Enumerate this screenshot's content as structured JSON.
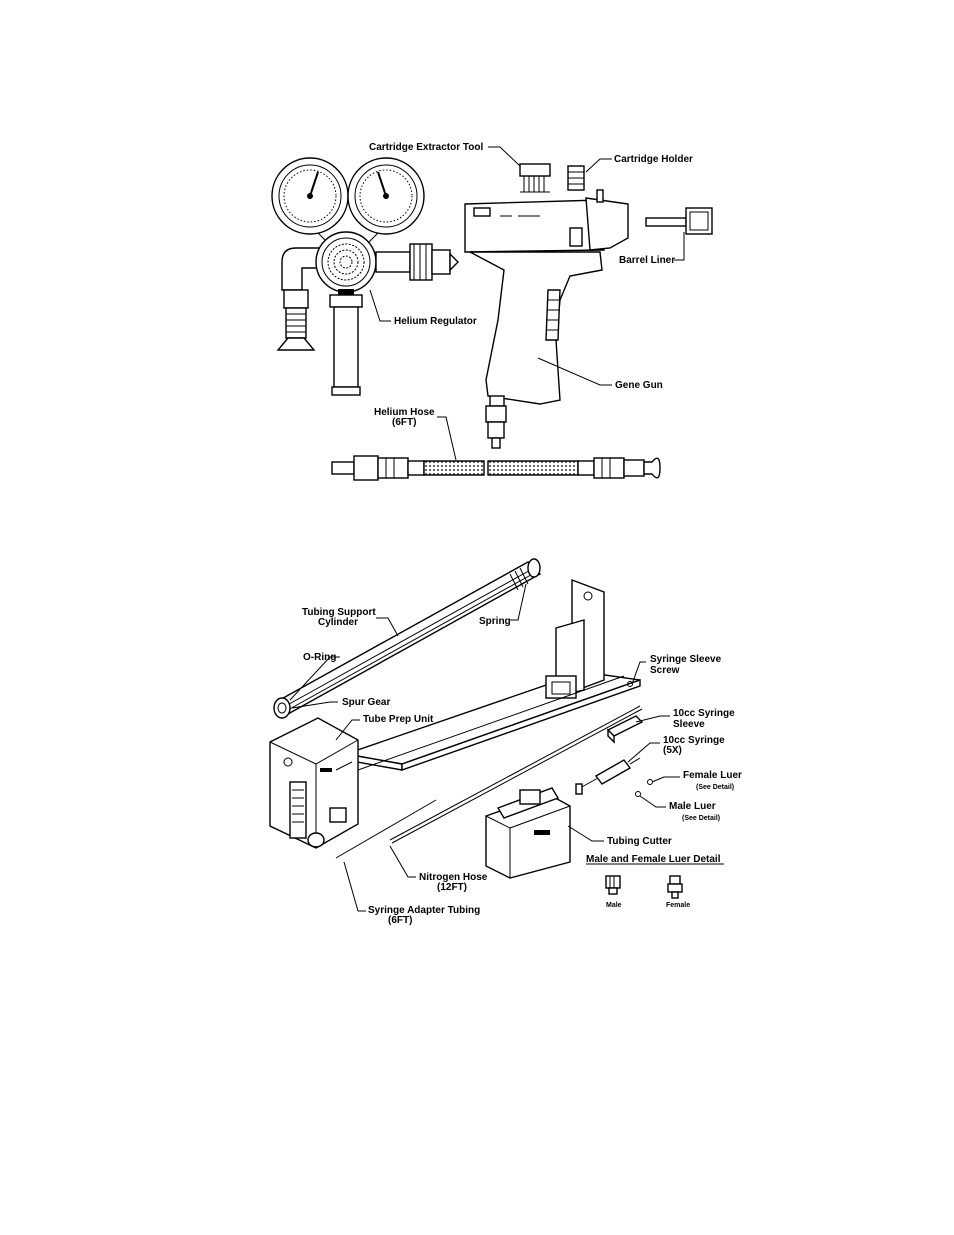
{
  "labels": {
    "cartridge_extractor_tool": "Cartridge Extractor Tool",
    "cartridge_holder": "Cartridge Holder",
    "barrel_liner": "Barrel Liner",
    "helium_regulator": "Helium Regulator",
    "gene_gun": "Gene Gun",
    "helium_hose_line1": "Helium Hose",
    "helium_hose_line2": "(6FT)",
    "tubing_support_line1": "Tubing Support",
    "tubing_support_line2": "Cylinder",
    "spring": "Spring",
    "o_ring": "O-Ring",
    "syringe_sleeve_screw_line1": "Syringe Sleeve",
    "syringe_sleeve_screw_line2": "Screw",
    "spur_gear": "Spur Gear",
    "tube_prep_unit": "Tube Prep Unit",
    "syringe_sleeve_line1": "10cc Syringe",
    "syringe_sleeve_line2": "Sleeve",
    "syringe_line1": "10cc Syringe",
    "syringe_line2": "(5X)",
    "female_luer": "Female Luer",
    "female_luer_note": "(See Detail)",
    "male_luer": "Male Luer",
    "male_luer_note": "(See Detail)",
    "tubing_cutter": "Tubing Cutter",
    "luer_detail_title": "Male and Female Luer Detail",
    "luer_male": "Male",
    "luer_female": "Female",
    "nitrogen_hose_line1": "Nitrogen Hose",
    "nitrogen_hose_line2": "(12FT)",
    "syringe_adapter_line1": "Syringe Adapter Tubing",
    "syringe_adapter_line2": "(6FT)"
  }
}
